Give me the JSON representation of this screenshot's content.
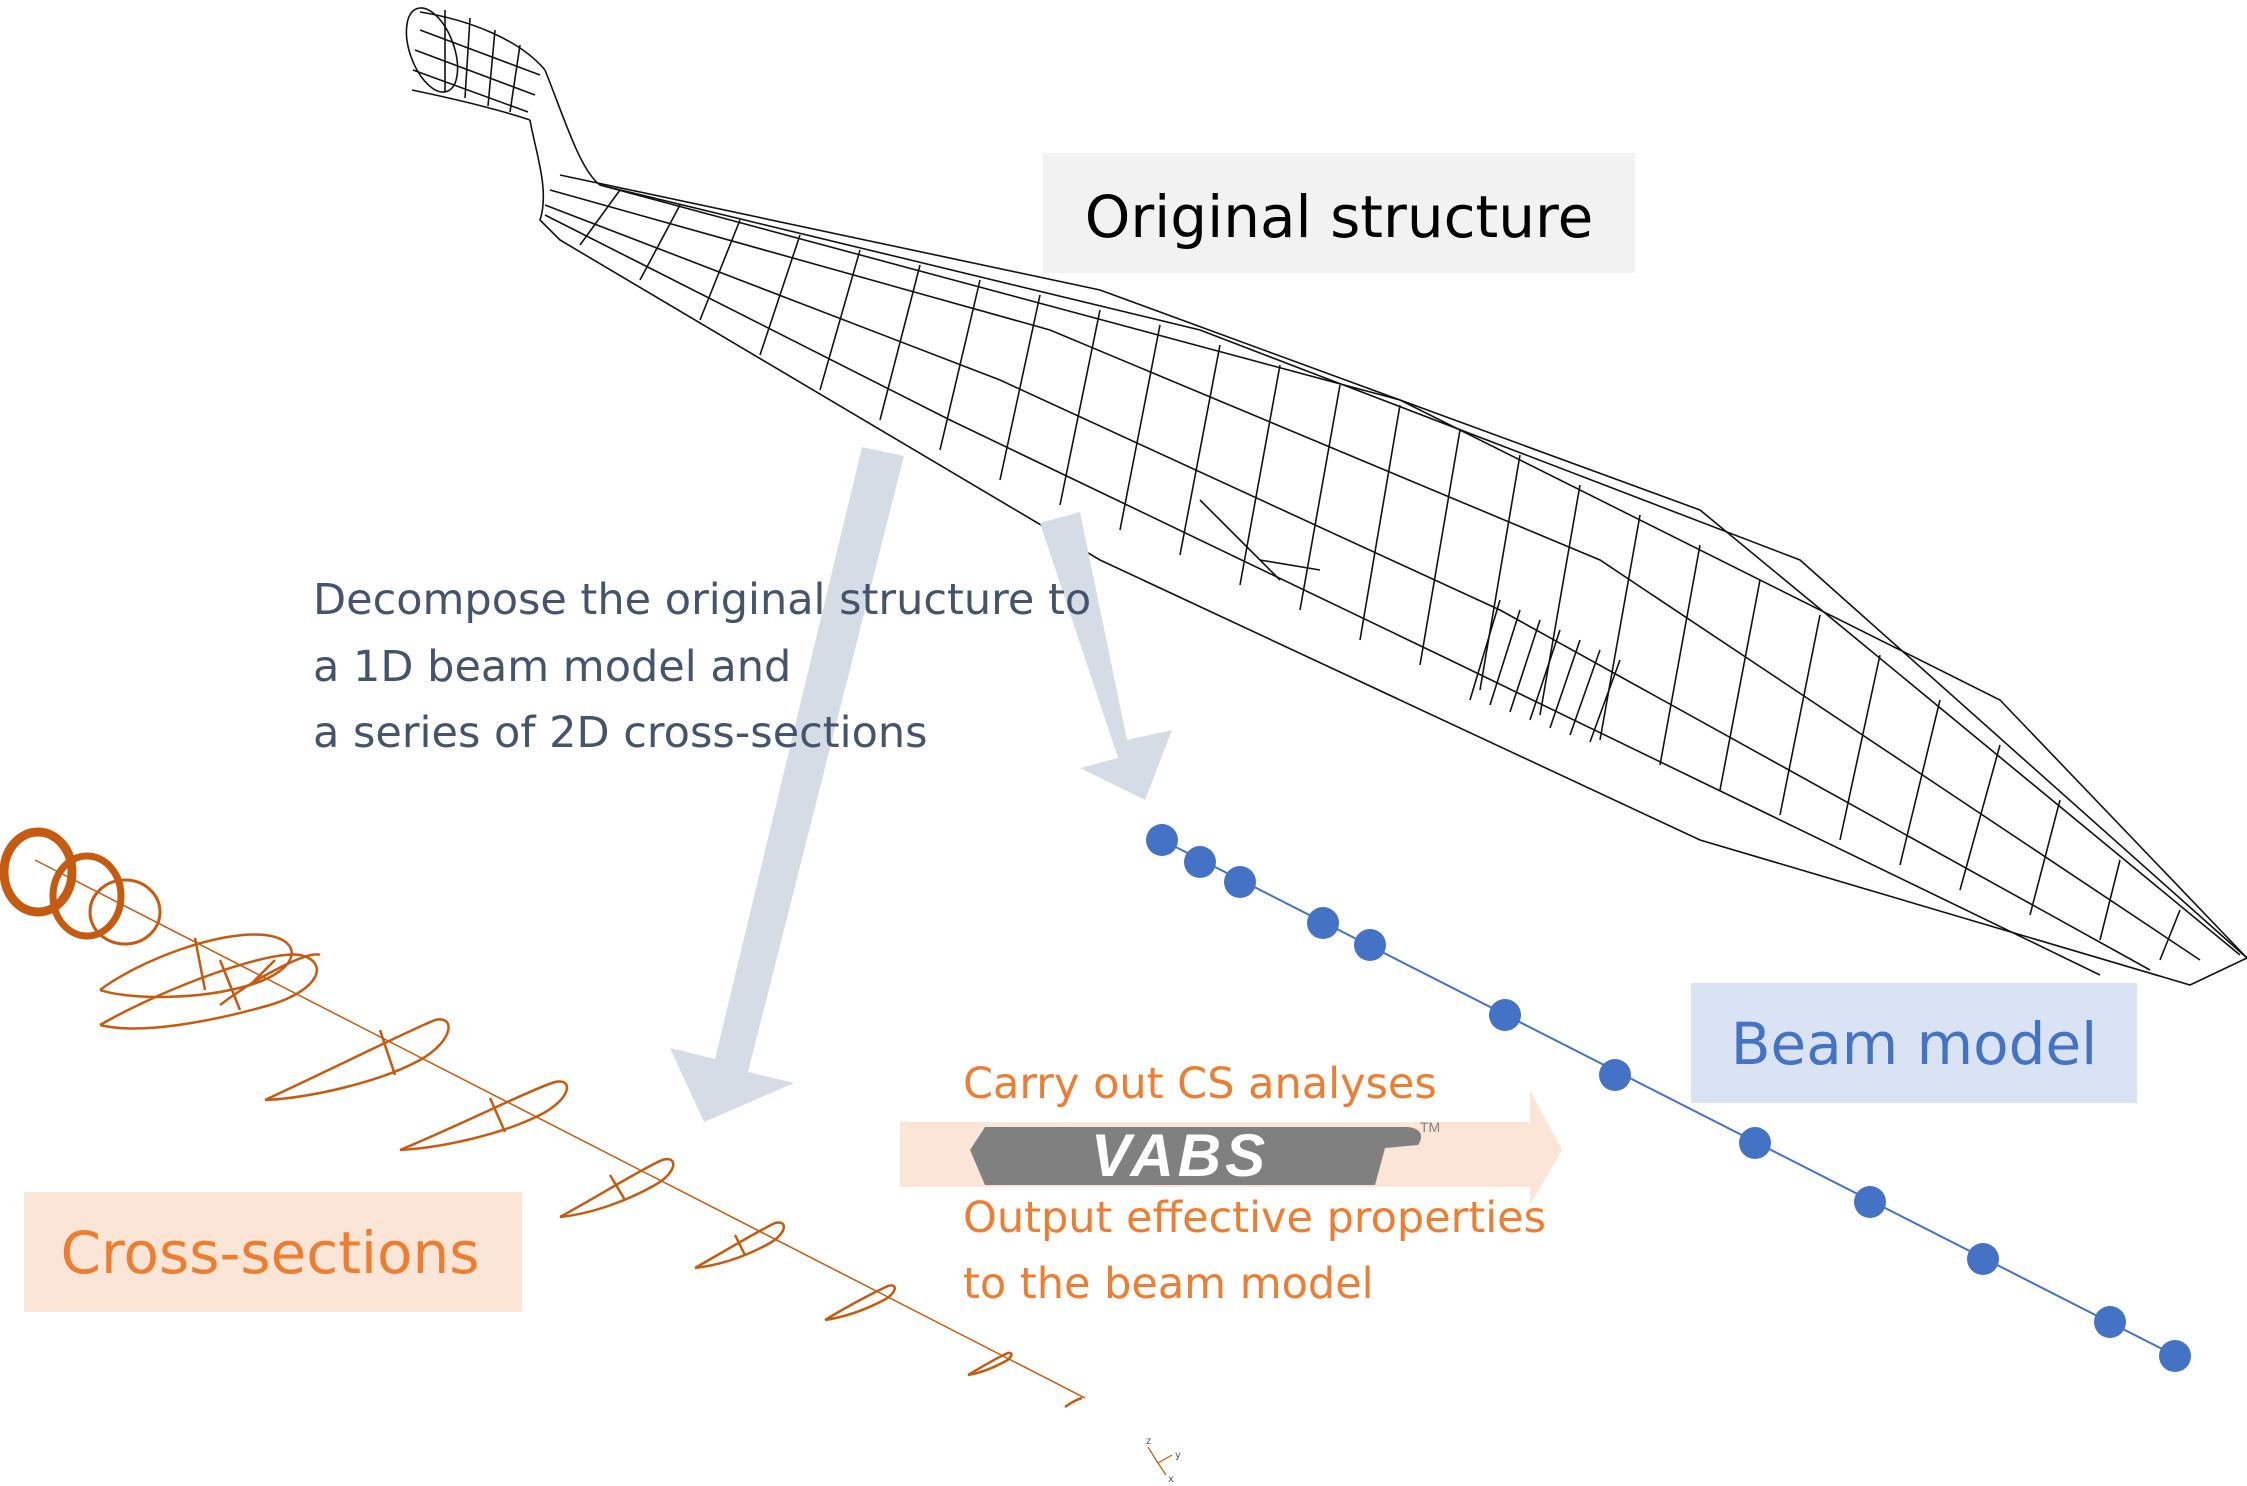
{
  "labels": {
    "original_structure": "Original structure",
    "beam_model": "Beam model",
    "cross_sections": "Cross-sections"
  },
  "decompose_text": [
    "Decompose the original structure to",
    "a 1D beam model and",
    "a series of 2D cross-sections"
  ],
  "analysis_text": {
    "carry_out": "Carry out CS analyses",
    "output_lines": [
      "Output effective properties",
      "to the beam model"
    ]
  },
  "logo": {
    "text": "VABS",
    "tm": "TM"
  },
  "axis_triad": {
    "z": "z",
    "y": "y",
    "x": "x"
  },
  "colors": {
    "blade_wire": "#111111",
    "arrow_gray": "#d6dce5",
    "arrow_peach": "#fbe5d6",
    "orange": "#c55a11",
    "orange_text": "#ed7d31",
    "blue_node": "#4472c4",
    "blue_label_bg": "#dae3f3",
    "gray_label_bg": "#f2f2f2",
    "peach_label_bg": "#fbe5d6",
    "dark_text": "#44546a"
  }
}
